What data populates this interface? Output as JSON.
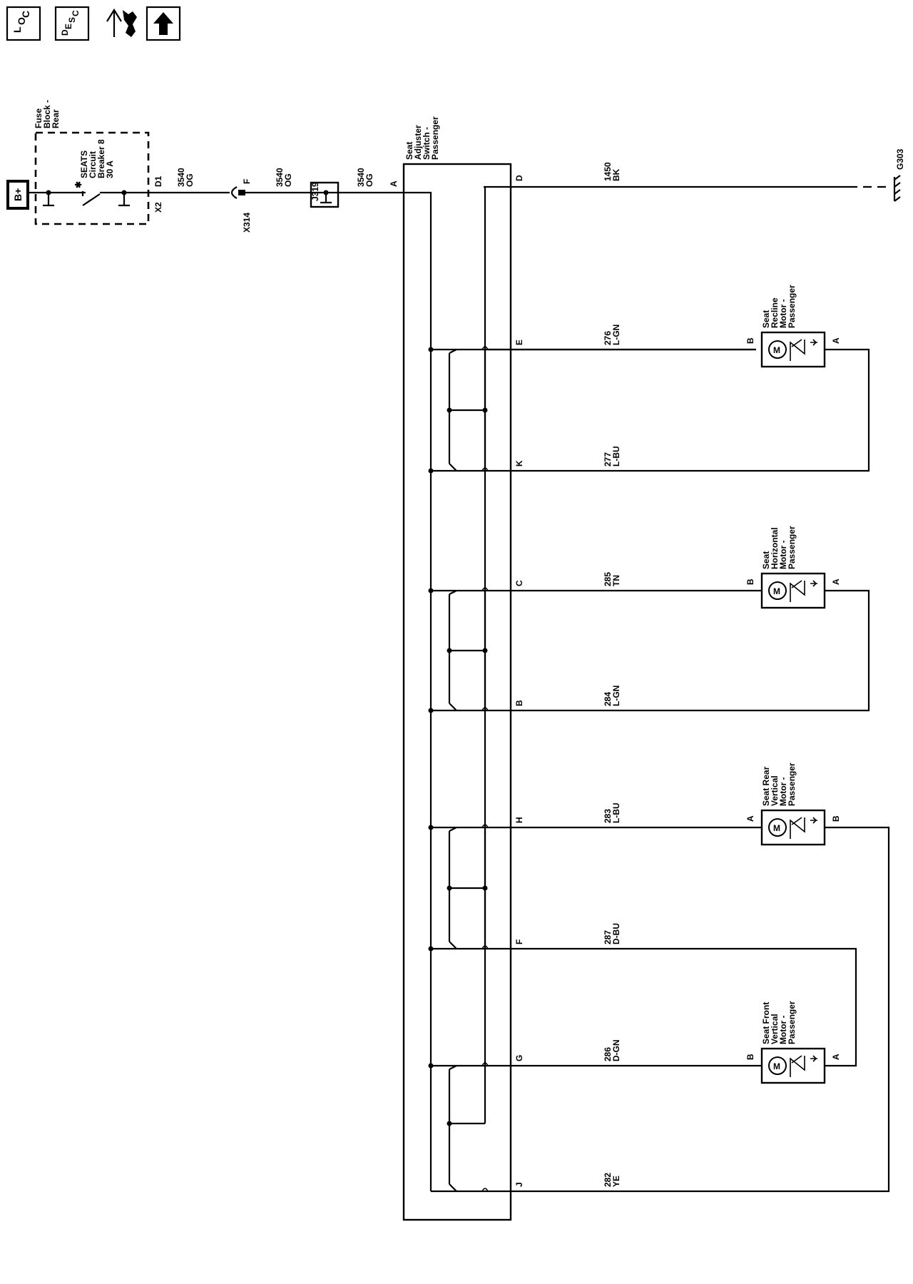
{
  "toolbar": {
    "loc_l": "L",
    "loc_o": "O",
    "loc_c": "C",
    "desc_d": "D",
    "desc_e": "E",
    "desc_s": "S",
    "desc_c": "C"
  },
  "power": {
    "label": "B+"
  },
  "fuse_block": {
    "name": [
      "Fuse",
      "Block -",
      "Rear"
    ],
    "breaker": [
      "SEATS",
      "Circuit",
      "Breaker 8",
      "30 A"
    ],
    "pin_d1": "D1",
    "conn_x2": "X2"
  },
  "feed": {
    "wire1": [
      "3540",
      "OG"
    ],
    "conn_f": "F",
    "conn_x314": "X314",
    "wire2": [
      "3540",
      "OG"
    ],
    "splice": "J319",
    "wire3": [
      "3540",
      "OG"
    ],
    "pin_a": "A"
  },
  "switch": {
    "name": [
      "Seat",
      "Adjuster",
      "Switch -",
      "Passenger"
    ]
  },
  "ground": {
    "pin": "D",
    "wire": [
      "1450",
      "BK"
    ],
    "label": "G303"
  },
  "circuits": [
    {
      "pin": "E",
      "wire": [
        "276",
        "L-GN"
      ]
    },
    {
      "pin": "K",
      "wire": [
        "277",
        "L-BU"
      ]
    },
    {
      "pin": "C",
      "wire": [
        "285",
        "TN"
      ]
    },
    {
      "pin": "B",
      "wire": [
        "284",
        "L-GN"
      ]
    },
    {
      "pin": "H",
      "wire": [
        "283",
        "L-BU"
      ]
    },
    {
      "pin": "F",
      "wire": [
        "287",
        "D-BU"
      ]
    },
    {
      "pin": "G",
      "wire": [
        "286",
        "D-GN"
      ]
    },
    {
      "pin": "J",
      "wire": [
        "282",
        "YE"
      ]
    }
  ],
  "motors": [
    {
      "name": [
        "Seat",
        "Recline",
        "Motor -",
        "Passenger"
      ],
      "pin_left": "B",
      "pin_right": "A",
      "symbol": "M"
    },
    {
      "name": [
        "Seat",
        "Horizontal",
        "Motor -",
        "Passenger"
      ],
      "pin_left": "B",
      "pin_right": "A",
      "symbol": "M"
    },
    {
      "name": [
        "Seat Rear",
        "Vertical",
        "Motor -",
        "Passenger"
      ],
      "pin_left": "A",
      "pin_right": "B",
      "symbol": "M"
    },
    {
      "name": [
        "Seat Front",
        "Vertical",
        "Motor -",
        "Passenger"
      ],
      "pin_left": "B",
      "pin_right": "A",
      "symbol": "M"
    }
  ]
}
